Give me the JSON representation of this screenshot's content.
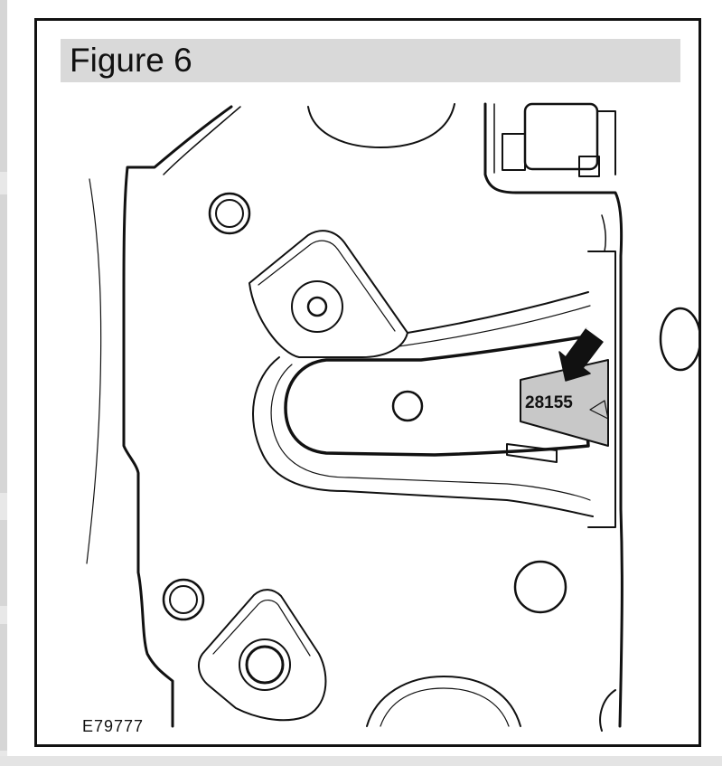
{
  "figure": {
    "title": "Figure 6",
    "ref_code": "E79777",
    "part_label": "28155"
  },
  "colors": {
    "frame": "#111111",
    "header_fill": "#d9d9d9",
    "label_fill": "#c8c8c8",
    "line": "#111111"
  },
  "icons": {
    "pointer": "arrow-icon"
  }
}
